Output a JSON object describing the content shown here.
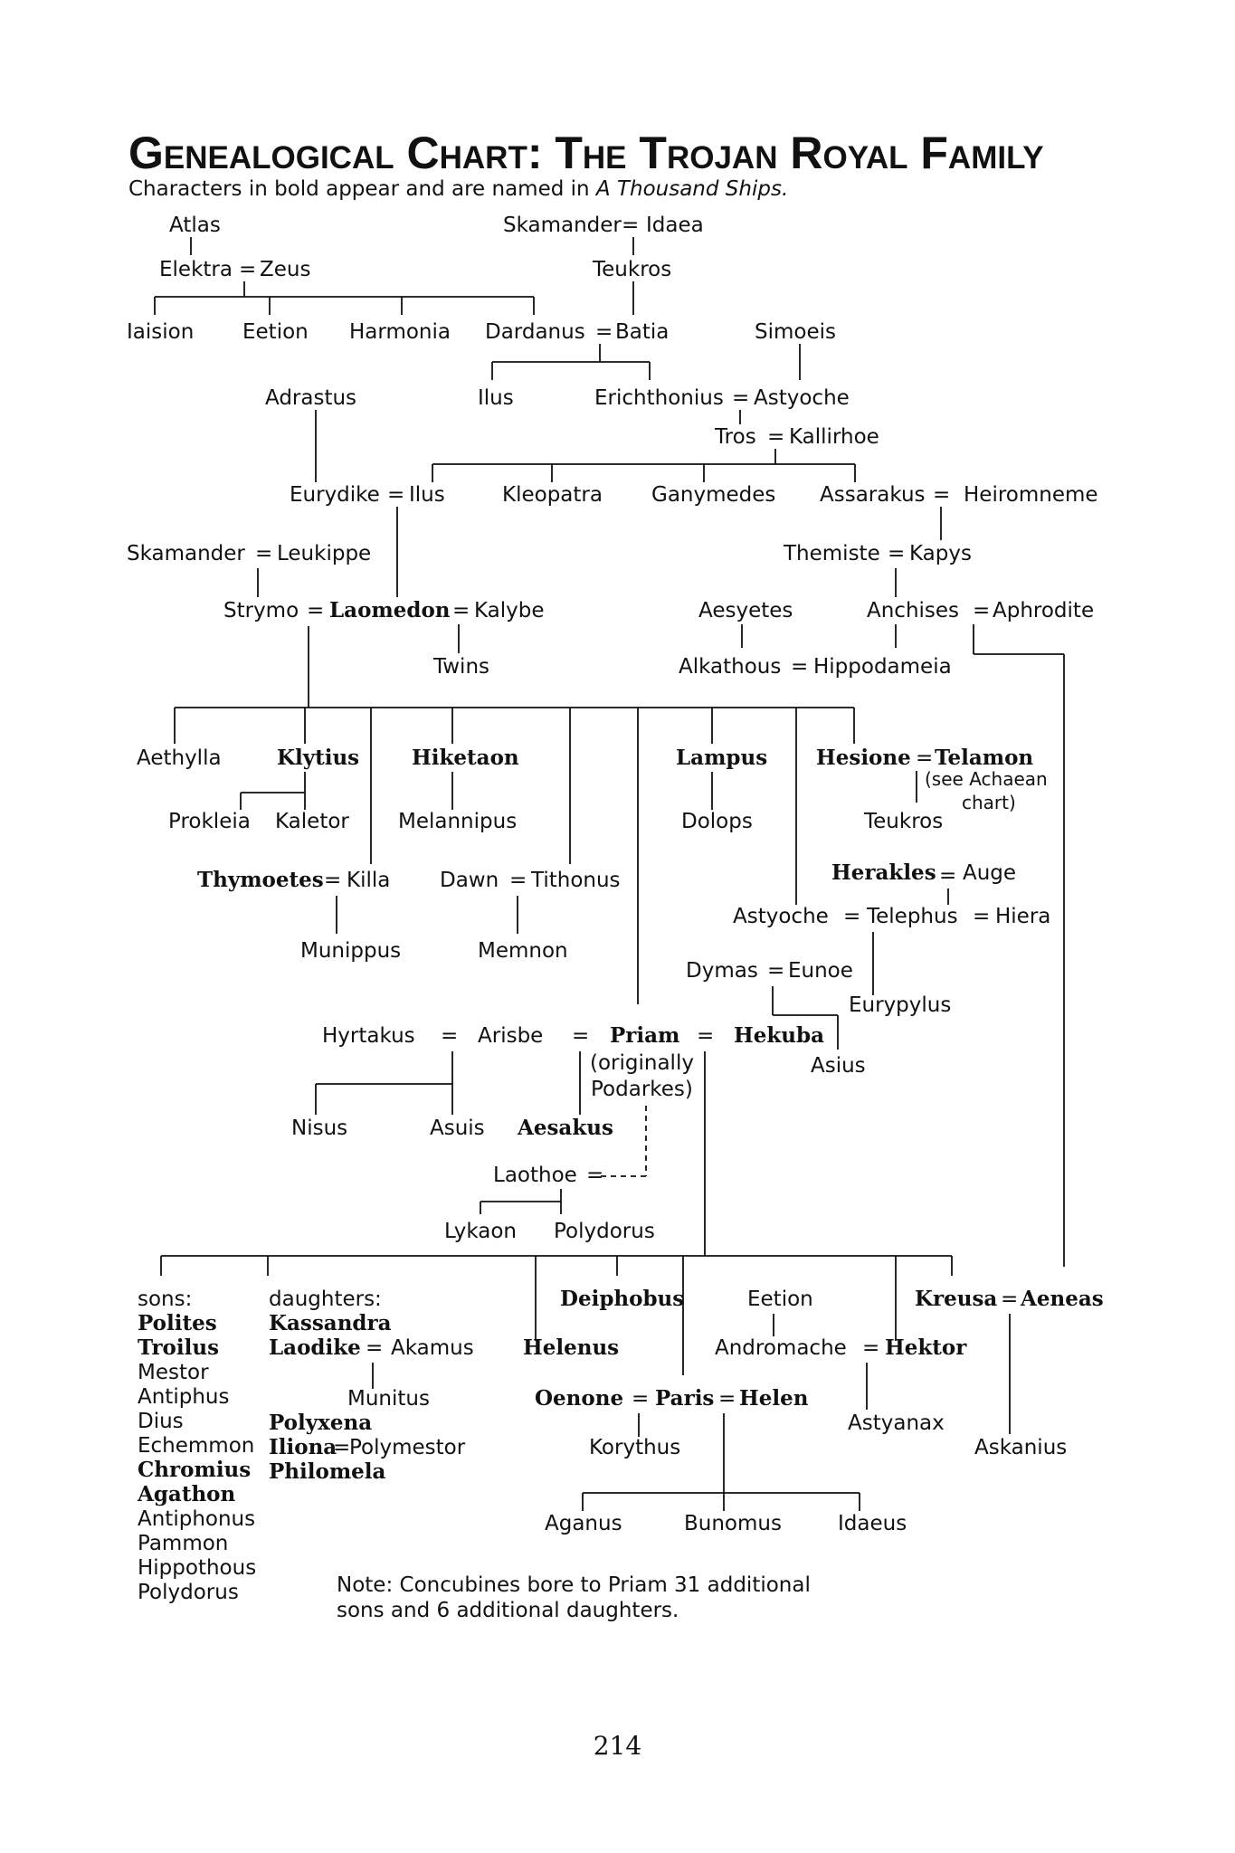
{
  "title": "Genealogical Chart: The Trojan Royal Family",
  "subtitle": {
    "before": "Characters in bold appear and are named in ",
    "book": "A Thousand Ships."
  },
  "people": {
    "atlas": "Atlas",
    "skamander1": "Skamander",
    "idaea": "Idaea",
    "elektra": "Elektra",
    "zeus": "Zeus",
    "teukros1": "Teukros",
    "iaision": "Iaision",
    "eetion1": "Eetion",
    "harmonia": "Harmonia",
    "dardanus": "Dardanus",
    "batia": "Batia",
    "simoeis": "Simoeis",
    "adrastus": "Adrastus",
    "ilus1": "Ilus",
    "erichthonius": "Erichthonius",
    "astyoche1": "Astyoche",
    "tros": "Tros",
    "kallirhoe": "Kallirhoe",
    "eurydike": "Eurydike",
    "ilus2": "Ilus",
    "kleopatra": "Kleopatra",
    "ganymedes": "Ganymedes",
    "assarakus": "Assarakus",
    "heiromneme": "Heiromneme",
    "skamander2": "Skamander",
    "leukippe": "Leukippe",
    "themiste": "Themiste",
    "kapys": "Kapys",
    "strymo": "Strymo",
    "laomedon": "Laomedon",
    "kalybe": "Kalybe",
    "aesyetes": "Aesyetes",
    "anchises": "Anchises",
    "aphrodite": "Aphrodite",
    "twins": "Twins",
    "alkathous": "Alkathous",
    "hippodameia": "Hippodameia",
    "aethylla": "Aethylla",
    "klytius": "Klytius",
    "hiketaon": "Hiketaon",
    "lampus": "Lampus",
    "hesione": "Hesione",
    "telamon": "Telamon",
    "see_achaean_1": "(see Achaean",
    "see_achaean_2": "chart)",
    "prokleia": "Prokleia",
    "kaletor": "Kaletor",
    "melannipus": "Melannipus",
    "dolops": "Dolops",
    "teukros2": "Teukros",
    "thymoetes": "Thymoetes",
    "killa": "Killa",
    "dawn": "Dawn",
    "tithonus": "Tithonus",
    "herakles": "Herakles",
    "auge": "Auge",
    "astyoche2": "Astyoche",
    "telephus": "Telephus",
    "hiera": "Hiera",
    "munippus": "Munippus",
    "memnon": "Memnon",
    "dymas": "Dymas",
    "eunoe": "Eunoe",
    "eurypylus": "Eurypylus",
    "hyrtakus": "Hyrtakus",
    "arisbe": "Arisbe",
    "priam": "Priam",
    "hekuba": "Hekuba",
    "originally_1": "(originally",
    "originally_2": "Podarkes)",
    "asius": "Asius",
    "nisus": "Nisus",
    "asuis": "Asuis",
    "aesakus": "Aesakus",
    "laothoe": "Laothoe",
    "lykaon": "Lykaon",
    "polydorus1": "Polydorus",
    "sons_label": "sons:",
    "daughters_label": "daughters:",
    "deiphobus": "Deiphobus",
    "eetion2": "Eetion",
    "kreusa": "Kreusa",
    "aeneas": "Aeneas",
    "helenus": "Helenus",
    "andromache": "Andromache",
    "hektor": "Hektor",
    "laodike": "Laodike",
    "akamus": "Akamus",
    "munitus": "Munitus",
    "oenone": "Oenone",
    "paris": "Paris",
    "helen": "Helen",
    "polyxena": "Polyxena",
    "astyanax": "Astyanax",
    "iliona": "Iliona",
    "polymestor": "Polymestor",
    "korythus": "Korythus",
    "askanius": "Askanius",
    "philomela": "Philomela",
    "aganus": "Aganus",
    "bunomus": "Bunomus",
    "idaeus": "Idaeus"
  },
  "sons": [
    {
      "name": "Polites",
      "bold": true
    },
    {
      "name": "Troilus",
      "bold": true
    },
    {
      "name": "Mestor",
      "bold": false
    },
    {
      "name": "Antiphus",
      "bold": false
    },
    {
      "name": "Dius",
      "bold": false
    },
    {
      "name": "Echemmon",
      "bold": false
    },
    {
      "name": "Chromius",
      "bold": true
    },
    {
      "name": "Agathon",
      "bold": true
    },
    {
      "name": "Antiphonus",
      "bold": false
    },
    {
      "name": "Pammon",
      "bold": false
    },
    {
      "name": "Hippothous",
      "bold": false
    },
    {
      "name": "Polydorus",
      "bold": false
    }
  ],
  "daughters_first": {
    "name": "Kassandra",
    "bold": true
  },
  "marriage_symbol": "=",
  "note": "Note: Concubines bore to Priam 31 additional sons and 6 additional daughters.",
  "page_number": "214"
}
